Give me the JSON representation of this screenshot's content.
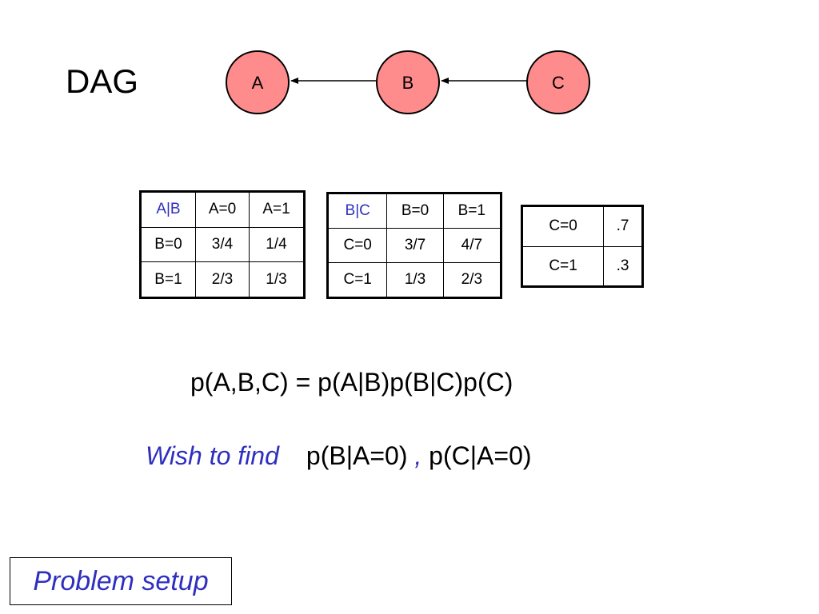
{
  "title": "DAG",
  "colors": {
    "node_fill": "#ff8c8c",
    "accent": "#2f2fbf"
  },
  "nodes": [
    "A",
    "B",
    "C"
  ],
  "edges": [
    {
      "from": "B",
      "to": "A"
    },
    {
      "from": "C",
      "to": "B"
    }
  ],
  "tables": {
    "a_given_b": {
      "header": [
        "A|B",
        "A=0",
        "A=1"
      ],
      "rows": [
        [
          "B=0",
          "3/4",
          "1/4"
        ],
        [
          "B=1",
          "2/3",
          "1/3"
        ]
      ]
    },
    "b_given_c": {
      "header": [
        "B|C",
        "B=0",
        "B=1"
      ],
      "rows": [
        [
          "C=0",
          "3/7",
          "4/7"
        ],
        [
          "C=1",
          "1/3",
          "2/3"
        ]
      ]
    },
    "c": {
      "rows": [
        [
          "C=0",
          ".7"
        ],
        [
          "C=1",
          ".3"
        ]
      ]
    }
  },
  "formula": "p(A,B,C) = p(A|B)p(B|C)p(C)",
  "wish": {
    "lead": "Wish to find",
    "target1": "p(B|A=0)",
    "separator": ",",
    "target2": "p(C|A=0)"
  },
  "footer": "Problem setup"
}
